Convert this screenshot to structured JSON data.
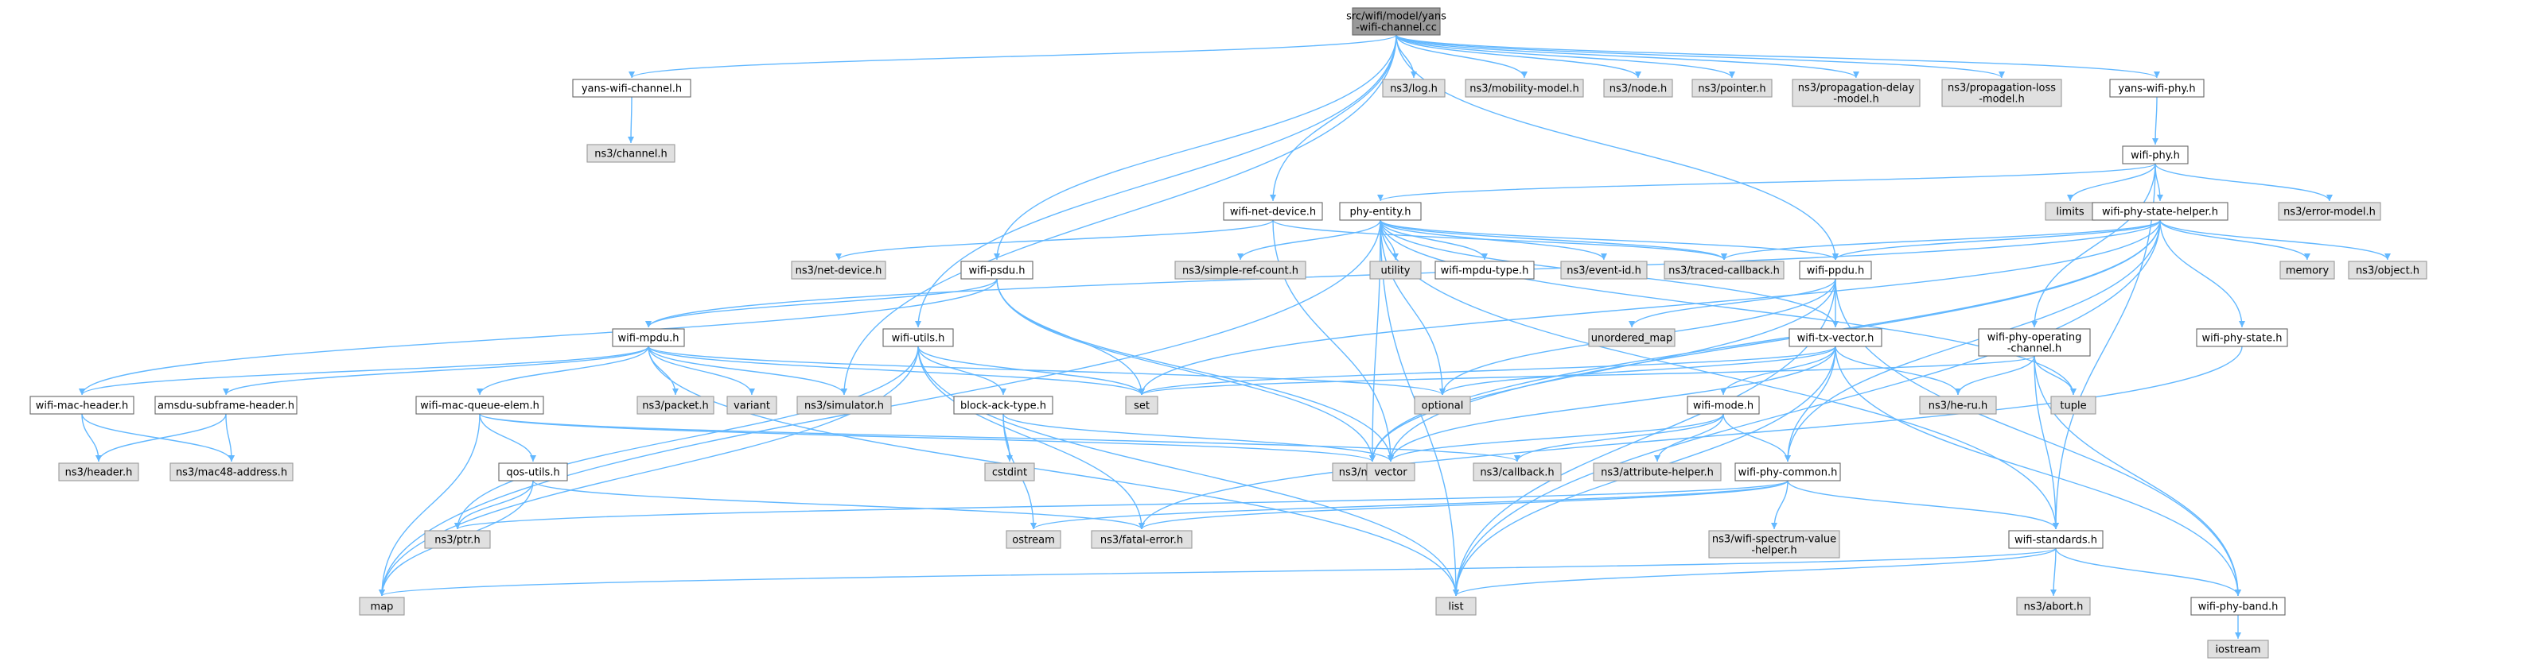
{
  "colors": {
    "edge": "#63b8ff",
    "node_border": "#666666",
    "node_fill": "#ffffff",
    "external_fill": "#e0e0e0",
    "root_fill": "#999999"
  },
  "nodes": [
    {
      "id": "root",
      "lines": [
        "src/wifi/model/yans",
        "-wifi-channel.cc"
      ],
      "style": "root"
    },
    {
      "id": "yans-wifi-channel-h",
      "lines": [
        "yans-wifi-channel.h"
      ],
      "style": "plain"
    },
    {
      "id": "ns3-channel-h",
      "lines": [
        "ns3/channel.h"
      ],
      "style": "ext"
    },
    {
      "id": "ns3-log-h",
      "lines": [
        "ns3/log.h"
      ],
      "style": "ext"
    },
    {
      "id": "ns3-mobility-model-h",
      "lines": [
        "ns3/mobility-model.h"
      ],
      "style": "ext"
    },
    {
      "id": "ns3-node-h",
      "lines": [
        "ns3/node.h"
      ],
      "style": "ext"
    },
    {
      "id": "ns3-pointer-h",
      "lines": [
        "ns3/pointer.h"
      ],
      "style": "ext"
    },
    {
      "id": "ns3-propagation-delay-model-h",
      "lines": [
        "ns3/propagation-delay",
        "-model.h"
      ],
      "style": "ext"
    },
    {
      "id": "ns3-propagation-loss-model-h",
      "lines": [
        "ns3/propagation-loss",
        "-model.h"
      ],
      "style": "ext"
    },
    {
      "id": "yans-wifi-phy-h",
      "lines": [
        "yans-wifi-phy.h"
      ],
      "style": "plain"
    },
    {
      "id": "wifi-phy-h",
      "lines": [
        "wifi-phy.h"
      ],
      "style": "plain"
    },
    {
      "id": "limits",
      "lines": [
        "limits"
      ],
      "style": "ext"
    },
    {
      "id": "wifi-phy-state-helper-h",
      "lines": [
        "wifi-phy-state-helper.h"
      ],
      "style": "plain"
    },
    {
      "id": "ns3-error-model-h",
      "lines": [
        "ns3/error-model.h"
      ],
      "style": "ext"
    },
    {
      "id": "wifi-net-device-h",
      "lines": [
        "wifi-net-device.h"
      ],
      "style": "plain"
    },
    {
      "id": "phy-entity-h",
      "lines": [
        "phy-entity.h"
      ],
      "style": "plain"
    },
    {
      "id": "ns3-net-device-h",
      "lines": [
        "ns3/net-device.h"
      ],
      "style": "ext"
    },
    {
      "id": "wifi-psdu-h",
      "lines": [
        "wifi-psdu.h"
      ],
      "style": "plain"
    },
    {
      "id": "ns3-simple-ref-count-h",
      "lines": [
        "ns3/simple-ref-count.h"
      ],
      "style": "ext"
    },
    {
      "id": "utility",
      "lines": [
        "utility"
      ],
      "style": "ext"
    },
    {
      "id": "wifi-mpdu-type-h",
      "lines": [
        "wifi-mpdu-type.h"
      ],
      "style": "plain"
    },
    {
      "id": "ns3-event-id-h",
      "lines": [
        "ns3/event-id.h"
      ],
      "style": "ext"
    },
    {
      "id": "ns3-traced-callback-h",
      "lines": [
        "ns3/traced-callback.h"
      ],
      "style": "ext"
    },
    {
      "id": "wifi-ppdu-h",
      "lines": [
        "wifi-ppdu.h"
      ],
      "style": "plain"
    },
    {
      "id": "memory",
      "lines": [
        "memory"
      ],
      "style": "ext"
    },
    {
      "id": "ns3-object-h",
      "lines": [
        "ns3/object.h"
      ],
      "style": "ext"
    },
    {
      "id": "wifi-mpdu-h",
      "lines": [
        "wifi-mpdu.h"
      ],
      "style": "plain"
    },
    {
      "id": "wifi-utils-h",
      "lines": [
        "wifi-utils.h"
      ],
      "style": "plain"
    },
    {
      "id": "unordered-map",
      "lines": [
        "unordered_map"
      ],
      "style": "ext"
    },
    {
      "id": "wifi-tx-vector-h",
      "lines": [
        "wifi-tx-vector.h"
      ],
      "style": "plain"
    },
    {
      "id": "wifi-phy-operating-channel-h",
      "lines": [
        "wifi-phy-operating",
        "-channel.h"
      ],
      "style": "plain"
    },
    {
      "id": "wifi-phy-state-h",
      "lines": [
        "wifi-phy-state.h"
      ],
      "style": "plain"
    },
    {
      "id": "wifi-mac-header-h",
      "lines": [
        "wifi-mac-header.h"
      ],
      "style": "plain"
    },
    {
      "id": "amsdu-subframe-header-h",
      "lines": [
        "amsdu-subframe-header.h"
      ],
      "style": "plain"
    },
    {
      "id": "ns3-packet-h",
      "lines": [
        "ns3/packet.h"
      ],
      "style": "ext"
    },
    {
      "id": "variant",
      "lines": [
        "variant"
      ],
      "style": "ext"
    },
    {
      "id": "ns3-simulator-h",
      "lines": [
        "ns3/simulator.h"
      ],
      "style": "ext"
    },
    {
      "id": "set",
      "lines": [
        "set"
      ],
      "style": "ext"
    },
    {
      "id": "optional",
      "lines": [
        "optional"
      ],
      "style": "ext"
    },
    {
      "id": "ns3-he-ru-h",
      "lines": [
        "ns3/he-ru.h"
      ],
      "style": "ext"
    },
    {
      "id": "tuple",
      "lines": [
        "tuple"
      ],
      "style": "ext"
    },
    {
      "id": "wifi-mac-queue-elem-h",
      "lines": [
        "wifi-mac-queue-elem.h"
      ],
      "style": "plain"
    },
    {
      "id": "block-ack-type-h",
      "lines": [
        "block-ack-type.h"
      ],
      "style": "plain"
    },
    {
      "id": "wifi-mode-h",
      "lines": [
        "wifi-mode.h"
      ],
      "style": "plain"
    },
    {
      "id": "ns3-header-h",
      "lines": [
        "ns3/header.h"
      ],
      "style": "ext"
    },
    {
      "id": "ns3-mac48-address-h",
      "lines": [
        "ns3/mac48-address.h"
      ],
      "style": "ext"
    },
    {
      "id": "cstdint",
      "lines": [
        "cstdint"
      ],
      "style": "ext"
    },
    {
      "id": "ns3-nstime-h",
      "lines": [
        "ns3/nstime.h"
      ],
      "style": "ext"
    },
    {
      "id": "vector",
      "lines": [
        "vector"
      ],
      "style": "ext"
    },
    {
      "id": "ns3-callback-h",
      "lines": [
        "ns3/callback.h"
      ],
      "style": "ext"
    },
    {
      "id": "ns3-attribute-helper-h",
      "lines": [
        "ns3/attribute-helper.h"
      ],
      "style": "ext"
    },
    {
      "id": "qos-utils-h",
      "lines": [
        "qos-utils.h"
      ],
      "style": "plain"
    },
    {
      "id": "wifi-phy-common-h",
      "lines": [
        "wifi-phy-common.h"
      ],
      "style": "plain"
    },
    {
      "id": "ns3-ptr-h",
      "lines": [
        "ns3/ptr.h"
      ],
      "style": "ext"
    },
    {
      "id": "ostream",
      "lines": [
        "ostream"
      ],
      "style": "ext"
    },
    {
      "id": "ns3-fatal-error-h",
      "lines": [
        "ns3/fatal-error.h"
      ],
      "style": "ext"
    },
    {
      "id": "ns3-wifi-spectrum-value-helper-h",
      "lines": [
        "ns3/wifi-spectrum-value",
        "-helper.h"
      ],
      "style": "ext"
    },
    {
      "id": "wifi-standards-h",
      "lines": [
        "wifi-standards.h"
      ],
      "style": "plain"
    },
    {
      "id": "map",
      "lines": [
        "map"
      ],
      "style": "ext"
    },
    {
      "id": "list",
      "lines": [
        "list"
      ],
      "style": "ext"
    },
    {
      "id": "ns3-abort-h",
      "lines": [
        "ns3/abort.h"
      ],
      "style": "ext"
    },
    {
      "id": "wifi-phy-band-h",
      "lines": [
        "wifi-phy-band.h"
      ],
      "style": "plain"
    },
    {
      "id": "iostream",
      "lines": [
        "iostream"
      ],
      "style": "ext"
    }
  ],
  "edges": [
    [
      "root",
      "yans-wifi-channel-h"
    ],
    [
      "root",
      "ns3-log-h"
    ],
    [
      "root",
      "ns3-mobility-model-h"
    ],
    [
      "root",
      "ns3-node-h"
    ],
    [
      "root",
      "ns3-pointer-h"
    ],
    [
      "root",
      "ns3-propagation-delay-model-h"
    ],
    [
      "root",
      "ns3-propagation-loss-model-h"
    ],
    [
      "root",
      "yans-wifi-phy-h"
    ],
    [
      "root",
      "wifi-net-device-h"
    ],
    [
      "root",
      "wifi-psdu-h"
    ],
    [
      "root",
      "wifi-utils-h"
    ],
    [
      "root",
      "ns3-simulator-h"
    ],
    [
      "root",
      "wifi-ppdu-h"
    ],
    [
      "yans-wifi-channel-h",
      "ns3-channel-h"
    ],
    [
      "yans-wifi-phy-h",
      "wifi-phy-h"
    ],
    [
      "wifi-phy-h",
      "phy-entity-h"
    ],
    [
      "wifi-phy-h",
      "limits"
    ],
    [
      "wifi-phy-h",
      "wifi-phy-state-helper-h"
    ],
    [
      "wifi-phy-h",
      "ns3-error-model-h"
    ],
    [
      "wifi-phy-h",
      "wifi-phy-operating-channel-h"
    ],
    [
      "wifi-phy-h",
      "wifi-standards-h"
    ],
    [
      "wifi-phy-state-helper-h",
      "memory"
    ],
    [
      "wifi-phy-state-helper-h",
      "ns3-object-h"
    ],
    [
      "wifi-phy-state-helper-h",
      "wifi-phy-state-h"
    ],
    [
      "wifi-phy-state-helper-h",
      "wifi-ppdu-h"
    ],
    [
      "wifi-phy-state-helper-h",
      "ns3-traced-callback-h"
    ],
    [
      "wifi-phy-state-helper-h",
      "set"
    ],
    [
      "wifi-phy-state-helper-h",
      "vector"
    ],
    [
      "wifi-phy-state-helper-h",
      "list"
    ],
    [
      "wifi-phy-state-helper-h",
      "wifi-phy-common-h"
    ],
    [
      "wifi-phy-state-helper-h",
      "ns3-nstime-h"
    ],
    [
      "wifi-phy-state-helper-h",
      "wifi-mpdu-h"
    ],
    [
      "wifi-net-device-h",
      "ns3-net-device-h"
    ],
    [
      "wifi-net-device-h",
      "ns3-traced-callback-h"
    ],
    [
      "wifi-net-device-h",
      "vector"
    ],
    [
      "phy-entity-h",
      "ns3-simple-ref-count-h"
    ],
    [
      "phy-entity-h",
      "utility"
    ],
    [
      "phy-entity-h",
      "wifi-mpdu-type-h"
    ],
    [
      "phy-entity-h",
      "ns3-event-id-h"
    ],
    [
      "phy-entity-h",
      "ns3-traced-callback-h"
    ],
    [
      "phy-entity-h",
      "wifi-ppdu-h"
    ],
    [
      "phy-entity-h",
      "optional"
    ],
    [
      "phy-entity-h",
      "ns3-nstime-h"
    ],
    [
      "phy-entity-h",
      "list"
    ],
    [
      "phy-entity-h",
      "map"
    ],
    [
      "phy-entity-h",
      "tuple"
    ],
    [
      "phy-entity-h",
      "wifi-tx-vector-h"
    ],
    [
      "phy-entity-h",
      "wifi-standards-h"
    ],
    [
      "wifi-psdu-h",
      "wifi-mpdu-h"
    ],
    [
      "wifi-psdu-h",
      "set"
    ],
    [
      "wifi-psdu-h",
      "vector"
    ],
    [
      "wifi-psdu-h",
      "ns3-nstime-h"
    ],
    [
      "wifi-psdu-h",
      "wifi-mac-header-h"
    ],
    [
      "wifi-ppdu-h",
      "unordered-map"
    ],
    [
      "wifi-ppdu-h",
      "wifi-tx-vector-h"
    ],
    [
      "wifi-ppdu-h",
      "optional"
    ],
    [
      "wifi-ppdu-h",
      "list"
    ],
    [
      "wifi-ppdu-h",
      "ns3-nstime-h"
    ],
    [
      "wifi-ppdu-h",
      "wifi-phy-band-h"
    ],
    [
      "wifi-tx-vector-h",
      "wifi-mode-h"
    ],
    [
      "wifi-tx-vector-h",
      "ns3-he-ru-h"
    ],
    [
      "wifi-tx-vector-h",
      "set"
    ],
    [
      "wifi-tx-vector-h",
      "vector"
    ],
    [
      "wifi-tx-vector-h",
      "list"
    ],
    [
      "wifi-tx-vector-h",
      "optional"
    ],
    [
      "wifi-tx-vector-h",
      "wifi-phy-common-h"
    ],
    [
      "wifi-tx-vector-h",
      "wifi-phy-band-h"
    ],
    [
      "wifi-phy-operating-channel-h",
      "set"
    ],
    [
      "wifi-phy-operating-channel-h",
      "ns3-he-ru-h"
    ],
    [
      "wifi-phy-operating-channel-h",
      "tuple"
    ],
    [
      "wifi-phy-operating-channel-h",
      "wifi-standards-h"
    ],
    [
      "wifi-phy-operating-channel-h",
      "wifi-phy-band-h"
    ],
    [
      "wifi-phy-state-h",
      "ns3-fatal-error-h"
    ],
    [
      "wifi-mpdu-h",
      "wifi-mac-header-h"
    ],
    [
      "wifi-mpdu-h",
      "amsdu-subframe-header-h"
    ],
    [
      "wifi-mpdu-h",
      "ns3-packet-h"
    ],
    [
      "wifi-mpdu-h",
      "variant"
    ],
    [
      "wifi-mpdu-h",
      "ns3-simulator-h"
    ],
    [
      "wifi-mpdu-h",
      "set"
    ],
    [
      "wifi-mpdu-h",
      "optional"
    ],
    [
      "wifi-mpdu-h",
      "wifi-mac-queue-elem-h"
    ],
    [
      "wifi-mpdu-h",
      "list"
    ],
    [
      "wifi-utils-h",
      "block-ack-type-h"
    ],
    [
      "wifi-utils-h",
      "ns3-fatal-error-h"
    ],
    [
      "wifi-utils-h",
      "ns3-ptr-h"
    ],
    [
      "wifi-utils-h",
      "list"
    ],
    [
      "wifi-utils-h",
      "map"
    ],
    [
      "wifi-utils-h",
      "set"
    ],
    [
      "wifi-mac-header-h",
      "ns3-header-h"
    ],
    [
      "wifi-mac-header-h",
      "ns3-mac48-address-h"
    ],
    [
      "amsdu-subframe-header-h",
      "ns3-header-h"
    ],
    [
      "amsdu-subframe-header-h",
      "ns3-mac48-address-h"
    ],
    [
      "wifi-mac-queue-elem-h",
      "qos-utils-h"
    ],
    [
      "wifi-mac-queue-elem-h",
      "ns3-nstime-h"
    ],
    [
      "wifi-mac-queue-elem-h",
      "map"
    ],
    [
      "wifi-mac-queue-elem-h",
      "ns3-callback-h"
    ],
    [
      "block-ack-type-h",
      "cstdint"
    ],
    [
      "block-ack-type-h",
      "ostream"
    ],
    [
      "block-ack-type-h",
      "vector"
    ],
    [
      "wifi-mode-h",
      "wifi-phy-common-h"
    ],
    [
      "wifi-mode-h",
      "ns3-attribute-helper-h"
    ],
    [
      "wifi-mode-h",
      "ns3-callback-h"
    ],
    [
      "wifi-mode-h",
      "vector"
    ],
    [
      "qos-utils-h",
      "ns3-ptr-h"
    ],
    [
      "qos-utils-h",
      "map"
    ],
    [
      "qos-utils-h",
      "ns3-fatal-error-h"
    ],
    [
      "wifi-phy-common-h",
      "ns3-wifi-spectrum-value-helper-h"
    ],
    [
      "wifi-phy-common-h",
      "wifi-standards-h"
    ],
    [
      "wifi-phy-common-h",
      "ostream"
    ],
    [
      "wifi-phy-common-h",
      "ns3-fatal-error-h"
    ],
    [
      "wifi-phy-common-h",
      "ns3-ptr-h"
    ],
    [
      "wifi-standards-h",
      "ns3-abort-h"
    ],
    [
      "wifi-standards-h",
      "wifi-phy-band-h"
    ],
    [
      "wifi-standards-h",
      "list"
    ],
    [
      "wifi-standards-h",
      "map"
    ],
    [
      "wifi-phy-band-h",
      "iostream"
    ]
  ]
}
